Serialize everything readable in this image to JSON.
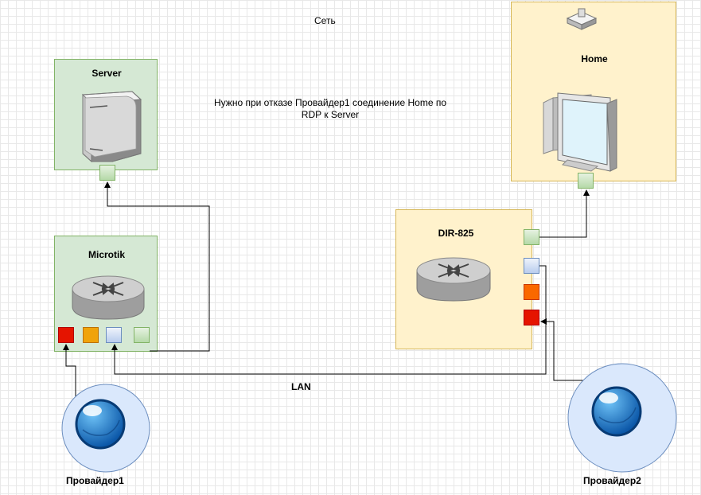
{
  "title": "Сеть",
  "note": "Нужно при отказе Провайдер1 соединение Home по RDP к Server",
  "lan_label": "LAN",
  "nodes": {
    "server": "Server",
    "microtik": "Microtik",
    "home": "Home",
    "dir825": "DIR-825",
    "provider1": "Провайдер1",
    "provider2": "Провайдер2"
  },
  "colors": {
    "green_fill": "#d5e8d4",
    "yellow_fill": "#fff2cc",
    "port_red": "#e51400",
    "port_orange": "#fa6800",
    "port_amber": "#f0a30a",
    "port_blue": "#b9cdee",
    "port_green": "#b5d9a8"
  }
}
